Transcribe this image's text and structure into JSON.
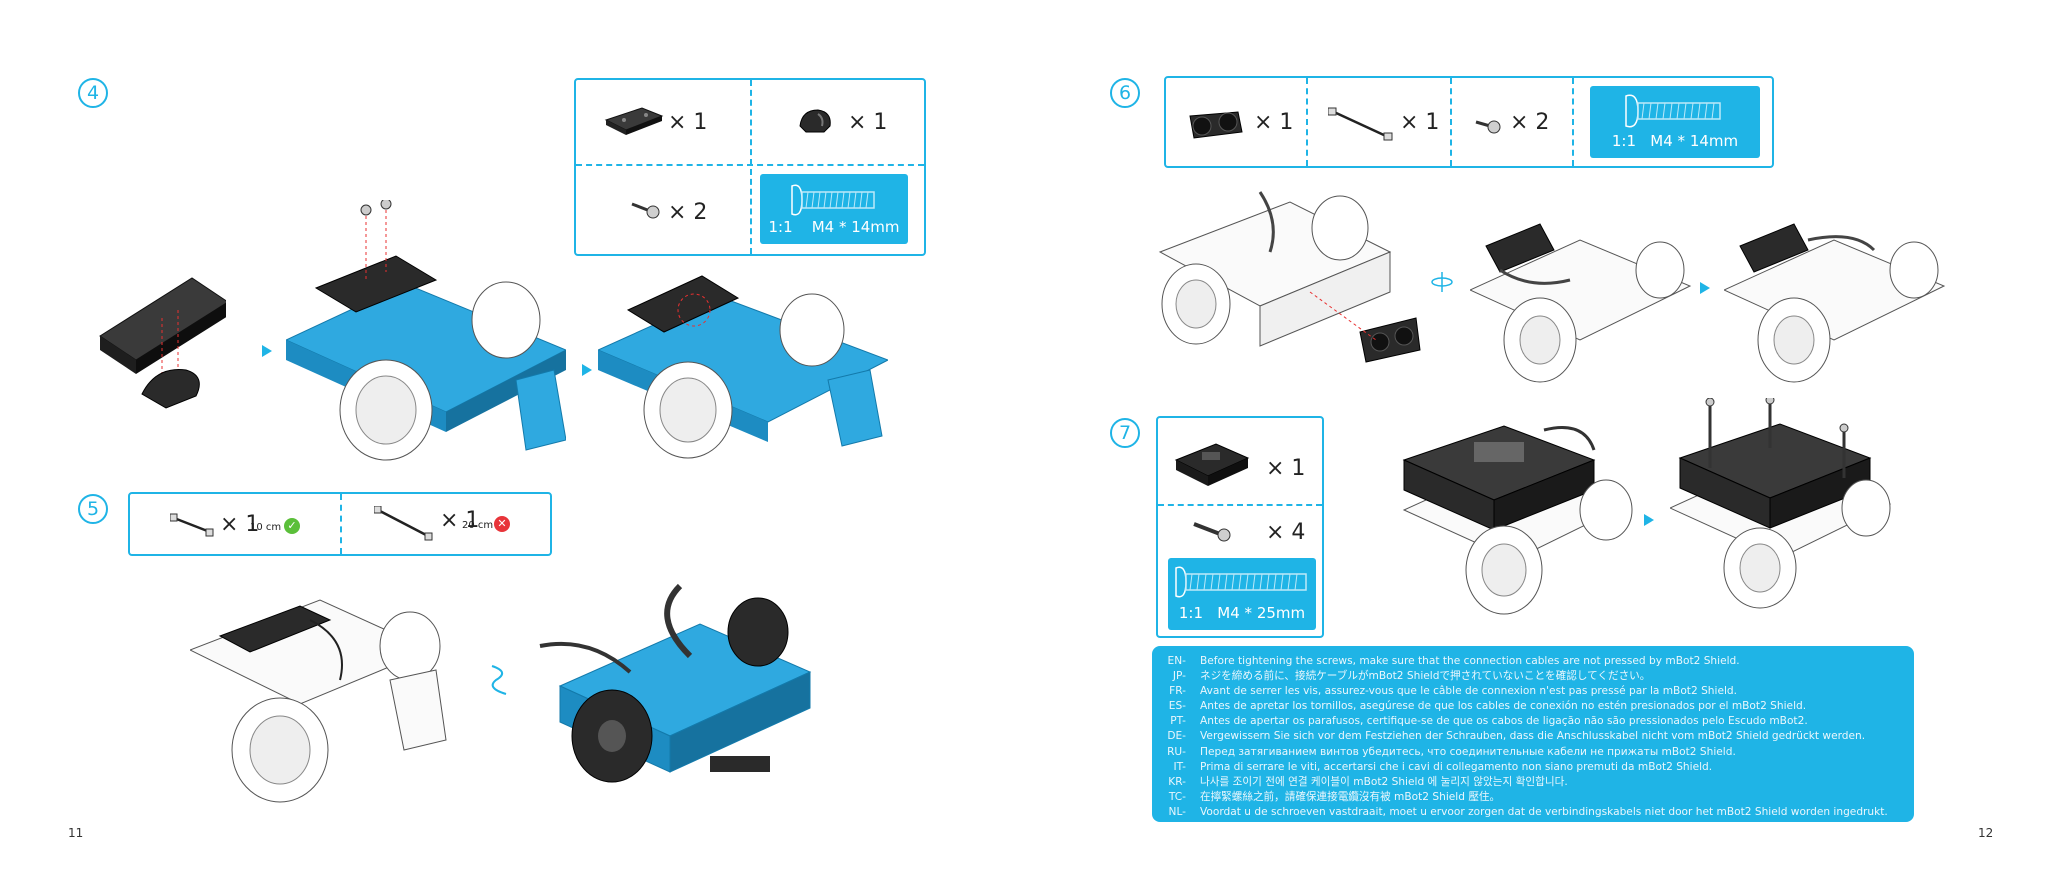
{
  "pages": {
    "left": "11",
    "right": "12"
  },
  "steps": {
    "s4": "4",
    "s5": "5",
    "s6": "6",
    "s7": "7"
  },
  "step4": {
    "qty_bracket": "× 1",
    "qty_clip": "× 1",
    "qty_screw": "× 2",
    "screw_scale": "1:1",
    "screw_spec": "M4 * 14mm"
  },
  "step5": {
    "qty_short": "× 1",
    "len_short": "10 cm",
    "qty_long": "× 1",
    "len_long": "20 cm"
  },
  "step6": {
    "qty_sensor": "× 1",
    "qty_cable": "× 1",
    "qty_screw": "× 2",
    "screw_scale": "1:1",
    "screw_spec": "M4 * 14mm"
  },
  "step7": {
    "qty_shield": "× 1",
    "qty_screw": "× 4",
    "screw_scale": "1:1",
    "screw_spec": "M4 * 25mm"
  },
  "colors": {
    "accent": "#1fb4e6",
    "robot_blue": "#2fa9e0",
    "ok": "#5bbf3a",
    "bad": "#e8343a"
  },
  "notes": [
    {
      "code": "EN-",
      "text": "Before tightening the screws, make sure that the connection cables are not pressed by mBot2 Shield."
    },
    {
      "code": "JP-",
      "text": "ネジを締める前に、接続ケーブルがmBot2 Shieldで押されていないことを確認してください。"
    },
    {
      "code": "FR-",
      "text": "Avant de serrer les vis, assurez-vous que le câble de connexion n'est pas pressé par la mBot2 Shield."
    },
    {
      "code": "ES-",
      "text": "Antes de apretar los tornillos, asegúrese de que los cables de conexión no estén presionados por el mBot2 Shield."
    },
    {
      "code": "PT-",
      "text": "Antes de apertar os parafusos, certifique-se de que os cabos de ligação não são pressionados pelo Escudo mBot2."
    },
    {
      "code": "DE-",
      "text": "Vergewissern Sie sich vor dem Festziehen der Schrauben, dass die Anschlusskabel nicht vom mBot2 Shield gedrückt werden."
    },
    {
      "code": "RU-",
      "text": "Перед затягиванием винтов убедитесь, что соединительные кабели не прижаты mBot2 Shield."
    },
    {
      "code": "IT-",
      "text": "Prima di serrare le viti, accertarsi che i cavi di collegamento non siano premuti da mBot2 Shield."
    },
    {
      "code": "KR-",
      "text": "나사를 조이기 전에 연결 케이블이 mBot2 Shield 에 눌리지 않았는지 확인합니다."
    },
    {
      "code": "TC-",
      "text": "在擰緊螺絲之前，請確保連接電纜沒有被 mBot2 Shield 壓住。"
    },
    {
      "code": "NL-",
      "text": "Voordat u de schroeven vastdraait, moet u ervoor zorgen dat de verbindingskabels niet door het mBot2 Shield worden ingedrukt."
    }
  ]
}
